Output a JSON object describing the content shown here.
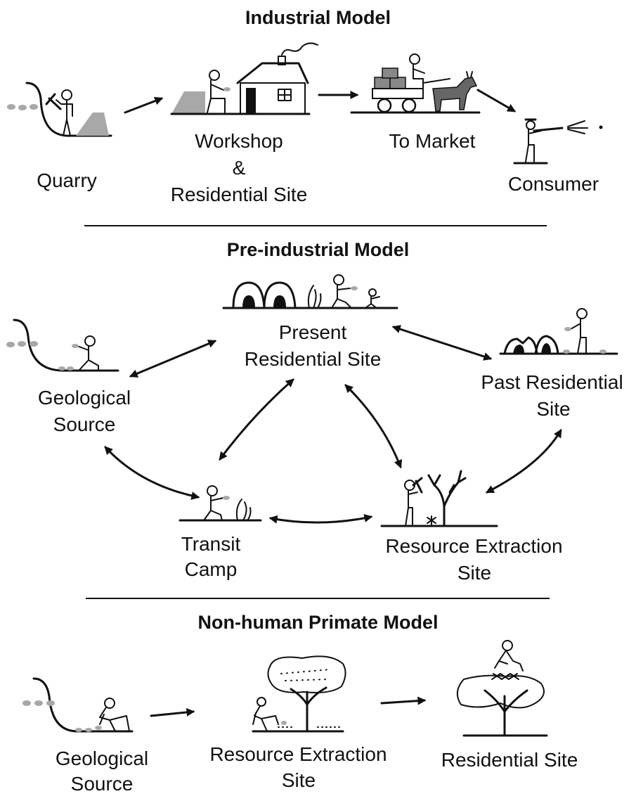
{
  "sections": {
    "industrial": {
      "title": "Industrial Model",
      "quarry": "Quarry",
      "workshop_line1": "Workshop",
      "workshop_line2": "&",
      "workshop_line3": "Residential Site",
      "market": "To Market",
      "consumer": "Consumer"
    },
    "preindustrial": {
      "title": "Pre-industrial Model",
      "present_line1": "Present",
      "present_line2": "Residential Site",
      "past_line1": "Past Residential",
      "past_line2": "Site",
      "geo_line1": "Geological",
      "geo_line2": "Source",
      "transit_line1": "Transit",
      "transit_line2": "Camp",
      "resource_line1": "Resource Extraction",
      "resource_line2": "Site"
    },
    "primate": {
      "title": "Non-human Primate Model",
      "geo_line1": "Geological",
      "geo_line2": "Source",
      "resource_line1": "Resource Extraction",
      "resource_line2": "Site",
      "residential": "Residential Site"
    }
  },
  "icons": [
    "quarry-figure-icon",
    "workshop-house-icon",
    "donkey-cart-icon",
    "hunter-rifle-icon",
    "dome-huts-icon",
    "ruined-huts-icon",
    "campfire-icon",
    "tree-icon",
    "nest-tree-icon",
    "primate-figure-icon"
  ],
  "colors": {
    "ink": "#111111",
    "stone": "#a8a8a8",
    "background": "#ffffff"
  }
}
